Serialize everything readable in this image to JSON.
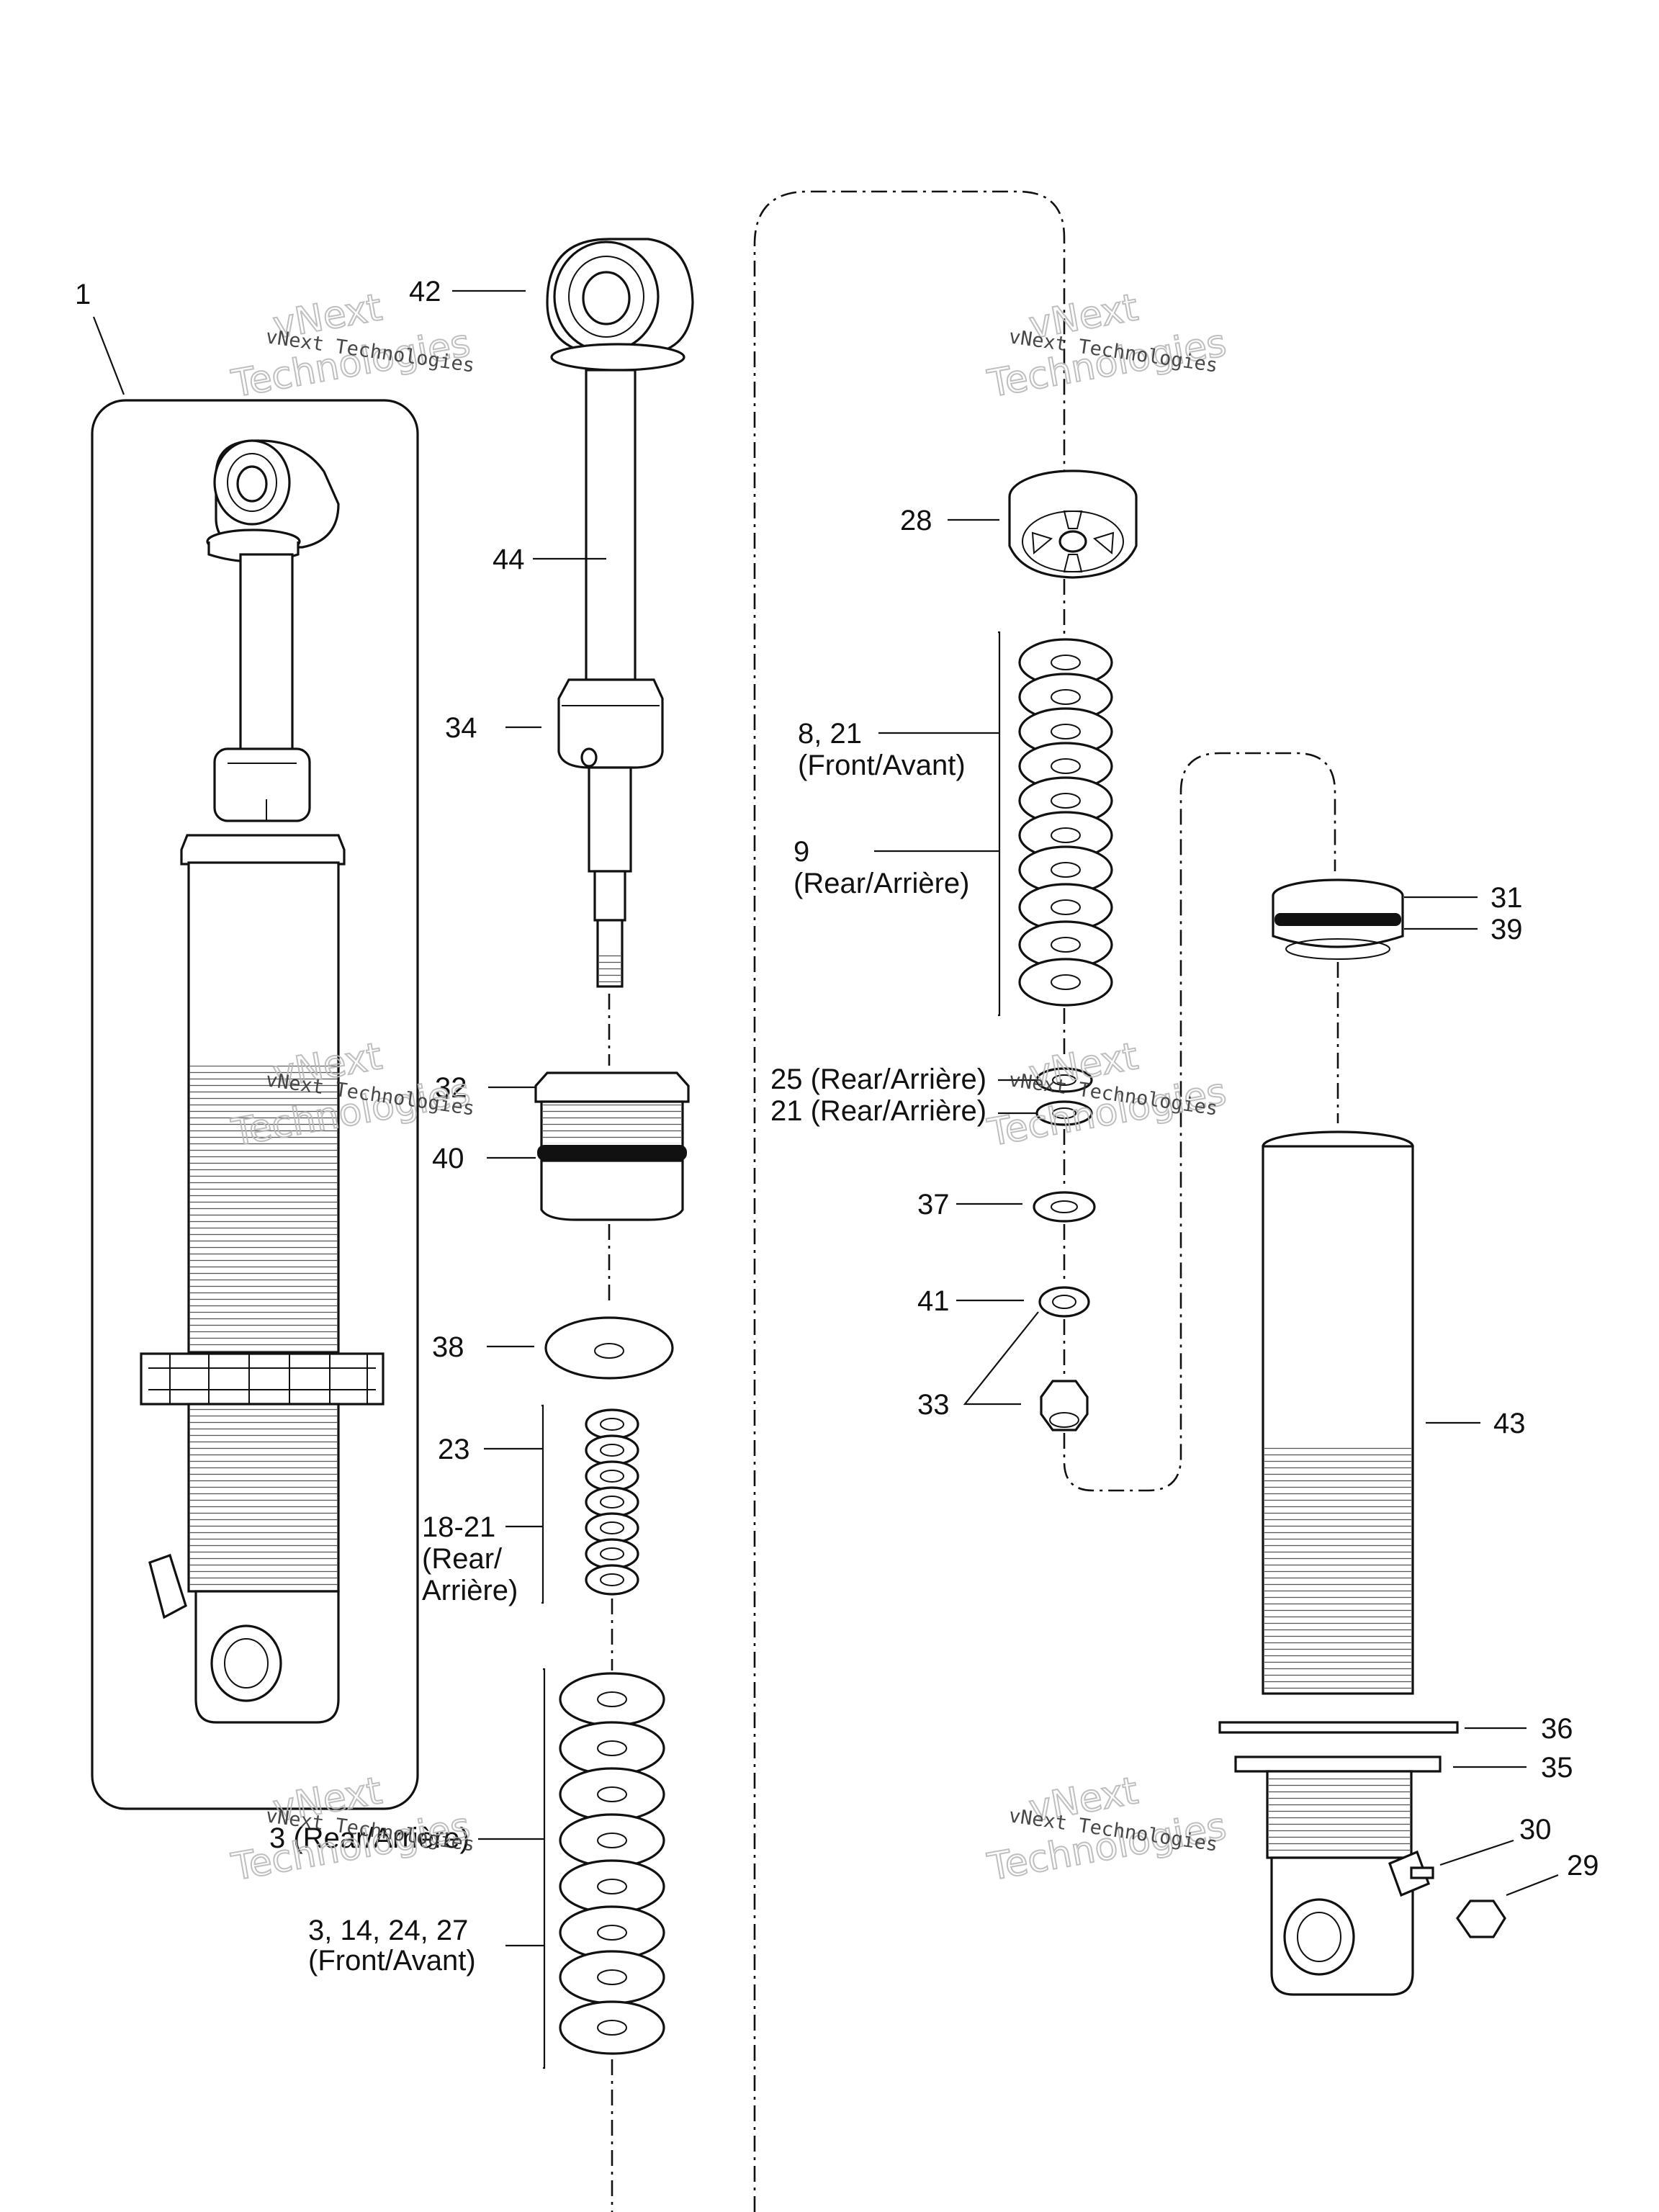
{
  "callouts": {
    "c1": "1",
    "c42": "42",
    "c44": "44",
    "c34": "34",
    "c32": "32",
    "c40": "40",
    "c38": "38",
    "c23": "23",
    "c18_21": "18-21",
    "c18_21_b": "(Rear/",
    "c18_21_c": "Arrière)",
    "c3_rear": "3 (Rear/Arrière)",
    "c3_front": "3, 14, 24, 27",
    "c3_front_b": "(Front/Avant)",
    "c28": "28",
    "c8_21": "8, 21",
    "c8_21_b": "(Front/Avant)",
    "c9": "9",
    "c9_b": "(Rear/Arrière)",
    "c25": "25 (Rear/Arrière)",
    "c21": "21 (Rear/Arrière)",
    "c37": "37",
    "c41": "41",
    "c33": "33",
    "c31": "31",
    "c39": "39",
    "c43": "43",
    "c36": "36",
    "c35": "35",
    "c30": "30",
    "c29": "29"
  },
  "watermark": {
    "line1": "vNext Technologies",
    "line2a": "vNext",
    "line2b": "Technologies"
  }
}
